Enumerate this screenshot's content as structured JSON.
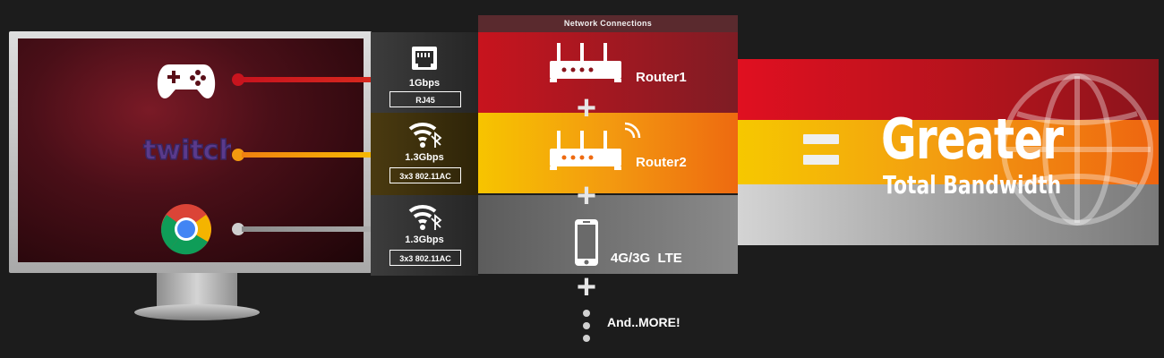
{
  "header": {
    "title": "Network Connections"
  },
  "apps": [
    {
      "icon": "gamepad-icon"
    },
    {
      "icon": "twitch-logo",
      "logo_text": "twitch"
    },
    {
      "icon": "chrome-icon"
    }
  ],
  "interfaces": [
    {
      "icon": "ethernet-port-icon",
      "speed": "1Gbps",
      "badge": "RJ45"
    },
    {
      "icon": "wifi-bluetooth-icon",
      "speed": "1.3Gbps",
      "badge": "3x3 802.11AC"
    },
    {
      "icon": "wifi-bluetooth-icon",
      "speed": "1.3Gbps",
      "badge": "3x3 802.11AC"
    }
  ],
  "connections": [
    {
      "icon": "router-icon",
      "label": "Router1"
    },
    {
      "icon": "router-wifi-icon",
      "label": "Router2"
    },
    {
      "icon": "smartphone-icon",
      "label": "4G/3G  LTE"
    }
  ],
  "more_label": "And..MORE!",
  "result": {
    "headline": "Greater",
    "subline": "Total Bandwidth",
    "icon": "globe-icon"
  },
  "colors": {
    "red": "#c8141e",
    "yellow": "#f7c400",
    "orange": "#ee6a10",
    "gray": "#8a8a8a",
    "background": "#1c1c1c"
  }
}
